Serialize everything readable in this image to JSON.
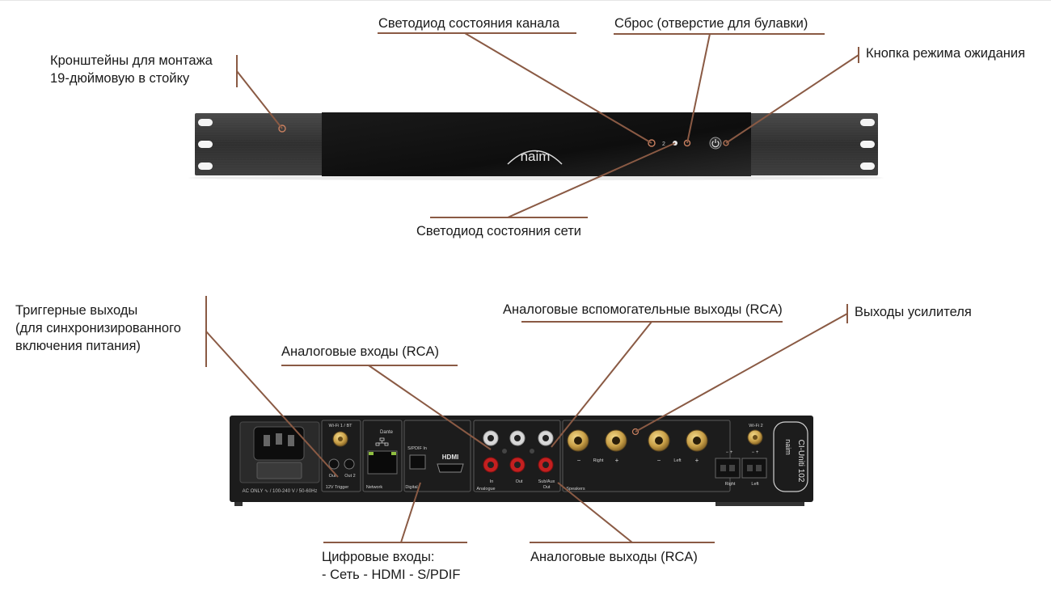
{
  "brand": {
    "logo_text": "naim",
    "model": "CI-Uniti 102"
  },
  "front_labels": {
    "rack_brackets": [
      "Кронштейны для монтажа",
      "19-дюймовую в стойку"
    ],
    "channel_led": "Светодиод состояния канала",
    "reset": "Сброс (отверстие для булавки)",
    "standby": "Кнопка режима ожидания",
    "network_led": "Светодиод состояния сети"
  },
  "rear_labels": {
    "triggers": [
      "Триггерные выходы",
      "(для синхронизированного",
      "включения питания)"
    ],
    "analogue_in": "Аналоговые входы (RCA)",
    "analogue_aux": "Аналоговые вспомогательные выходы (RCA)",
    "amp_outputs": "Выходы усилителя",
    "digital_in": [
      "Цифровые входы:",
      "- Сеть - HDMI - S/PDIF"
    ],
    "analogue_out": "Аналоговые выходы (RCA)"
  },
  "panel_text": {
    "front_led_num": "2",
    "ac": "AC ONLY ∿ / 100-240 V / 50-60Hz",
    "wifi1": "Wi-Fi 1 / BT",
    "dante": "Dante",
    "trig_out": "Out",
    "trig_out2": "Out 2",
    "trig_section": "12V Trigger",
    "network": "Network",
    "spdif": "S/PDIF In",
    "hdmi": "HDMI",
    "digital": "Digital",
    "an_in": "In",
    "an_out": "Out",
    "sub_aux": "Sub/Aux",
    "sub_out": "Out",
    "analogue": "Analogue",
    "speakers": "Speakers",
    "right": "Right",
    "left": "Left",
    "minus": "−",
    "plus": "+",
    "wifi2": "Wi-Fi 2",
    "amp_right": "Right",
    "amp_left": "Left"
  },
  "colors": {
    "leader": "#8a5a44",
    "chassis": "#1c1c1c",
    "brushed_metal": "#3a3a3a",
    "gold": "#c9a048",
    "rca_red": "#c42020"
  }
}
